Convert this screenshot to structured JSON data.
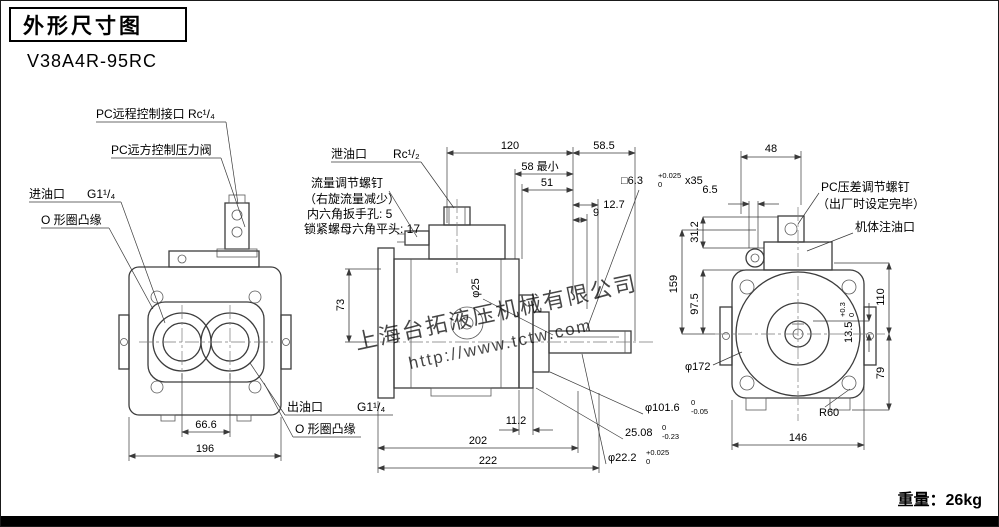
{
  "page": {
    "title": "外形尺寸图",
    "model": "V38A4R-95RC",
    "weight": "重量：26kg"
  },
  "watermark": {
    "line1": "上海台拓液压机械有限公司",
    "line2": "http://www.tctw.com",
    "color": "#4e8fcf"
  },
  "callouts": {
    "pc_remote_port": "PC远程控制接口 Rc¹/₄",
    "pc_remote_valve": "PC远方控制压力阀",
    "inlet": "进油口",
    "inlet_size": "G1¹/₄",
    "oring_flange_inlet": "O 形圈凸缘",
    "drain": "泄油口",
    "drain_size": "Rc¹/₂",
    "flow_screw_line1": "流量调节螺钉",
    "flow_screw_line2": "（右旋流量减少）",
    "flow_screw_line3": "内六角扳手孔: 5",
    "flow_screw_line4": "锁紧螺母六角平头: 17",
    "outlet": "出油口",
    "outlet_size": "G1¹/₄",
    "oring_flange_outlet": "O 形圈凸缘",
    "pc_diff_screw": "PC压差调节螺钉",
    "pc_diff_screw_note": "（出厂时设定完毕）",
    "body_oil_port": "机体注油口"
  },
  "dims": {
    "d66_6": "66.6",
    "d196": "196",
    "d120": "120",
    "d58_5": "58.5",
    "d58_min": "58 最小",
    "d51": "51",
    "d12_7": "12.7",
    "d9": "9",
    "d73": "73",
    "phi25": "φ25",
    "d11_2": "11.2",
    "d202": "202",
    "d222": "222",
    "d48": "48",
    "d6_5": "6.5",
    "d31_2": "31.2",
    "d159": "159",
    "d97_5": "97.5",
    "d110": "110",
    "d79": "79",
    "phi172": "φ172",
    "r60": "R60",
    "d146": "146",
    "keyway": {
      "main": "□6.3",
      "tol_top": "+0.025",
      "tol_bot": "0",
      "suffix": "x35"
    },
    "d13_5": {
      "main": "13.5",
      "tol_top": "+0.3",
      "tol_bot": "0"
    },
    "phi101_6": {
      "main": "φ101.6",
      "tol_top": "0",
      "tol_bot": "-0.05"
    },
    "d25_08": {
      "main": "25.08",
      "tol_top": "0",
      "tol_bot": "-0.23"
    },
    "phi22_2": {
      "main": "φ22.2",
      "tol_top": "+0.025",
      "tol_bot": "0"
    }
  }
}
